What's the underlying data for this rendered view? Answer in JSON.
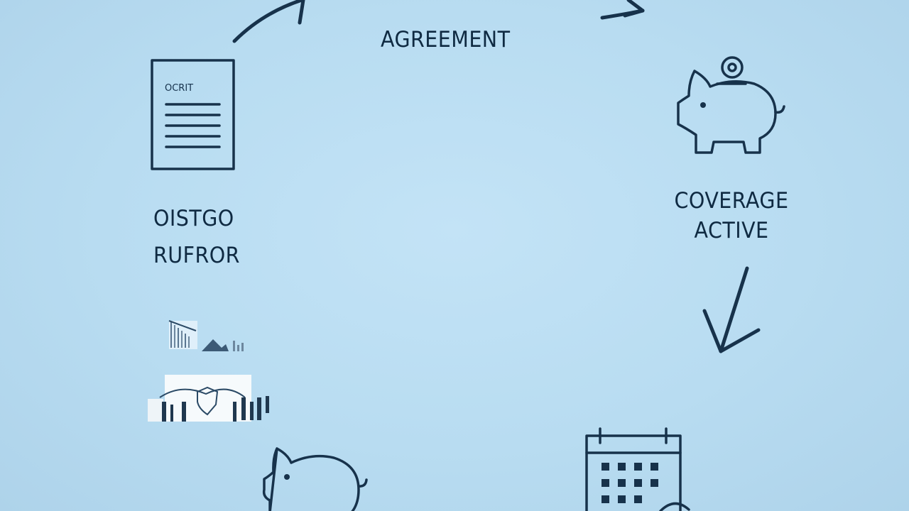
{
  "nodes": {
    "agreement": {
      "label": "AGREEMENT"
    },
    "coverage": {
      "line1": "COVERAGE",
      "line2": "ACTIVE"
    },
    "left_stage": {
      "line1": "OISTGO",
      "line2": "RUFROR"
    },
    "document": {
      "heading": "OCRIT"
    }
  },
  "icons": {
    "document": "document-icon",
    "piggy_bank_top": "piggy-bank-coin-icon",
    "piggy_bank_bottom": "piggy-bank-icon",
    "calendar": "calendar-icon",
    "chart": "bar-chart-icon",
    "shield_box": "shield-box-icon"
  },
  "colors": {
    "background": "#bfe0f3",
    "stroke": "#17324b"
  }
}
